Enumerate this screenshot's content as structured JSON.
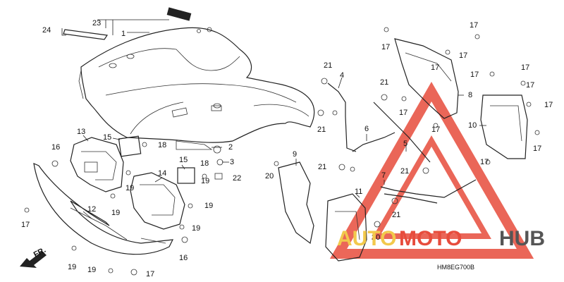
{
  "diagram": {
    "labels": {
      "p1": "1",
      "p2": "2",
      "p3": "3",
      "p4": "4",
      "p5": "5",
      "p6": "6",
      "p7": "7",
      "p8": "8",
      "p9": "9",
      "p10": "10",
      "p11": "11",
      "p12": "12",
      "p13": "13",
      "p14": "14",
      "p15": "15",
      "p16": "16",
      "p17": "17",
      "p18": "18",
      "p19": "19",
      "p20": "20",
      "p21": "21",
      "p22": "22",
      "p23": "23",
      "p24": "24"
    },
    "front_arrow": "FR.",
    "diagram_code": "HM8EG700B"
  },
  "watermark": {
    "text_auto": "AUTO",
    "text_moto": "MOTO",
    "text_hub": "HUB",
    "colors": {
      "auto": "#f2c94c",
      "moto": "#e74c3c",
      "hub": "#555555",
      "triangle": "#e74c3c"
    }
  }
}
